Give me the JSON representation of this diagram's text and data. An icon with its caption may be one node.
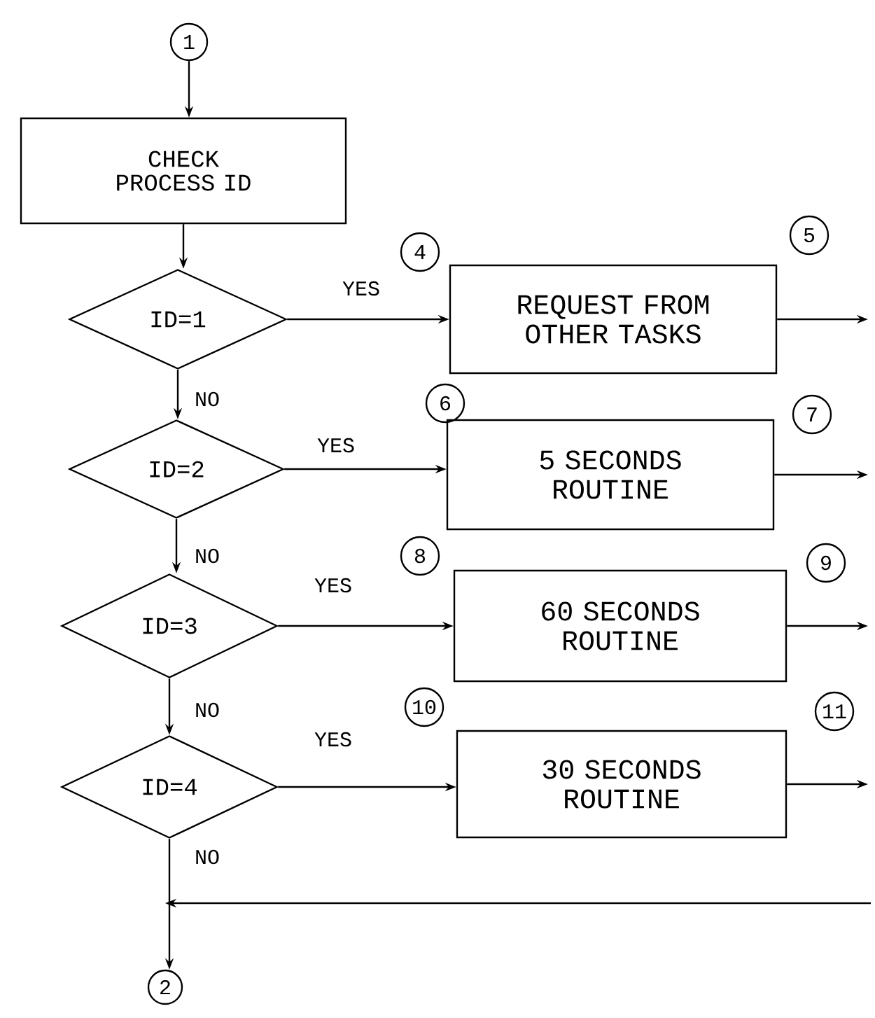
{
  "diagram": {
    "nodes": [
      {
        "text": [
          "1"
        ]
      },
      {
        "text": [
          "CHECK PROCESS ID"
        ]
      },
      {
        "text": [
          "ID=1"
        ]
      },
      {
        "text": [
          "REQUEST FROM OTHER TASKS"
        ]
      },
      {
        "text": [
          "ID=2"
        ]
      },
      {
        "text": [
          "5 SECONDS ROUTINE"
        ]
      },
      {
        "text": [
          "ID=3"
        ]
      },
      {
        "text": [
          "60 SECONDS ROUTINE"
        ]
      },
      {
        "text": [
          "ID=4"
        ]
      },
      {
        "text": [
          "30 SECONDS ROUTINE"
        ]
      },
      {
        "text": [
          "2"
        ]
      },
      {
        "text": [
          "4"
        ]
      },
      {
        "text": [
          "5"
        ]
      },
      {
        "text": [
          "6"
        ]
      },
      {
        "text": [
          "7"
        ]
      },
      {
        "text": [
          "8"
        ]
      },
      {
        "text": [
          "9"
        ]
      },
      {
        "text": [
          "10"
        ]
      },
      {
        "text": [
          "11"
        ]
      }
    ],
    "edges": [
      {
        "from": 0,
        "to": 1,
        "arrow": "to"
      },
      {
        "from": 1,
        "to": 2,
        "arrow": "to"
      },
      {
        "from": 2,
        "to": 3,
        "arrow": "to",
        "label": "YES"
      },
      {
        "from": 2,
        "to": 4,
        "arrow": "to",
        "label": "NO"
      },
      {
        "from": 4,
        "to": 5,
        "arrow": "to",
        "label": "YES"
      },
      {
        "from": 4,
        "to": 6,
        "arrow": "to",
        "label": "NO"
      },
      {
        "from": 6,
        "to": 7,
        "arrow": "to",
        "label": "YES"
      },
      {
        "from": 6,
        "to": 8,
        "arrow": "to",
        "label": "NO"
      },
      {
        "from": 8,
        "to": 9,
        "arrow": "to",
        "label": "YES"
      },
      {
        "from": 8,
        "to": 10,
        "arrow": "to",
        "label": "NO"
      },
      {
        "from": 3,
        "to": null,
        "arrow": "to"
      },
      {
        "from": 5,
        "to": null,
        "arrow": "to"
      },
      {
        "from": 7,
        "to": null,
        "arrow": "to"
      },
      {
        "from": 9,
        "to": null,
        "arrow": "to"
      },
      {
        "from": null,
        "to": 10,
        "arrow": "to"
      }
    ]
  }
}
